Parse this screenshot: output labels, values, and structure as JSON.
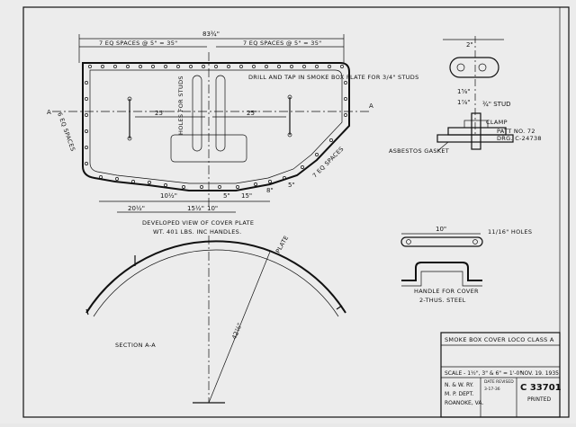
{
  "plan_view": {
    "overall_width": "83¾\"",
    "left_spacing": "7 EQ SPACES @ 5\" = 35\"",
    "right_spacing": "7 EQ SPACES @ 5\" = 35\"",
    "left_side_spacing": "6 EQ SPACES",
    "right_side_spacing": "7 EQ SPACES",
    "drill_note": "DRILL AND TAP IN SMOKE BOX PLATE FOR 3/4\" STUDS",
    "holes_note": "HOLES FOR STUDS",
    "center_dim": "25\"",
    "section_mark": "A",
    "dims_bottom": [
      "20½\"",
      "15½\"",
      "10½\"",
      "5\"",
      "10\"",
      "15\"",
      "8\"",
      "5\""
    ],
    "title": "DEVELOPED VIEW OF COVER PLATE",
    "weight": "WT. 401 LBS. INC HANDLES."
  },
  "stud_detail": {
    "dims": [
      "2\"",
      "1⅝\"",
      "1⅞\"",
      "¾\" STUD"
    ],
    "clamp_label": "CLAMP",
    "patt_label": "PATT NO. 72",
    "drg_label": "DRG. C-24738",
    "gasket_label": "ASBESTOS GASKET"
  },
  "handle": {
    "length": "10\"",
    "holes": "11/16\" HOLES",
    "title": "HANDLE FOR COVER",
    "subtitle": "2-THUS. STEEL"
  },
  "section": {
    "label": "SECTION A-A",
    "radius": "42⅞\"",
    "plate_note": "PLATE"
  },
  "title_block": {
    "title": "SMOKE BOX COVER  LOCO CLASS A",
    "scale": "SCALE - 1½\", 3\" & 6\" = 1'-0\"",
    "date": "NOV. 19. 1935",
    "org1": "N. & W. RY.",
    "org2": "M. P. DEPT.",
    "org3": "ROANOKE, VA.",
    "date_revised_label": "DATE REVISED",
    "date_revised": "3-17-36",
    "drawing_no": "C 33701",
    "status": "PRINTED"
  }
}
